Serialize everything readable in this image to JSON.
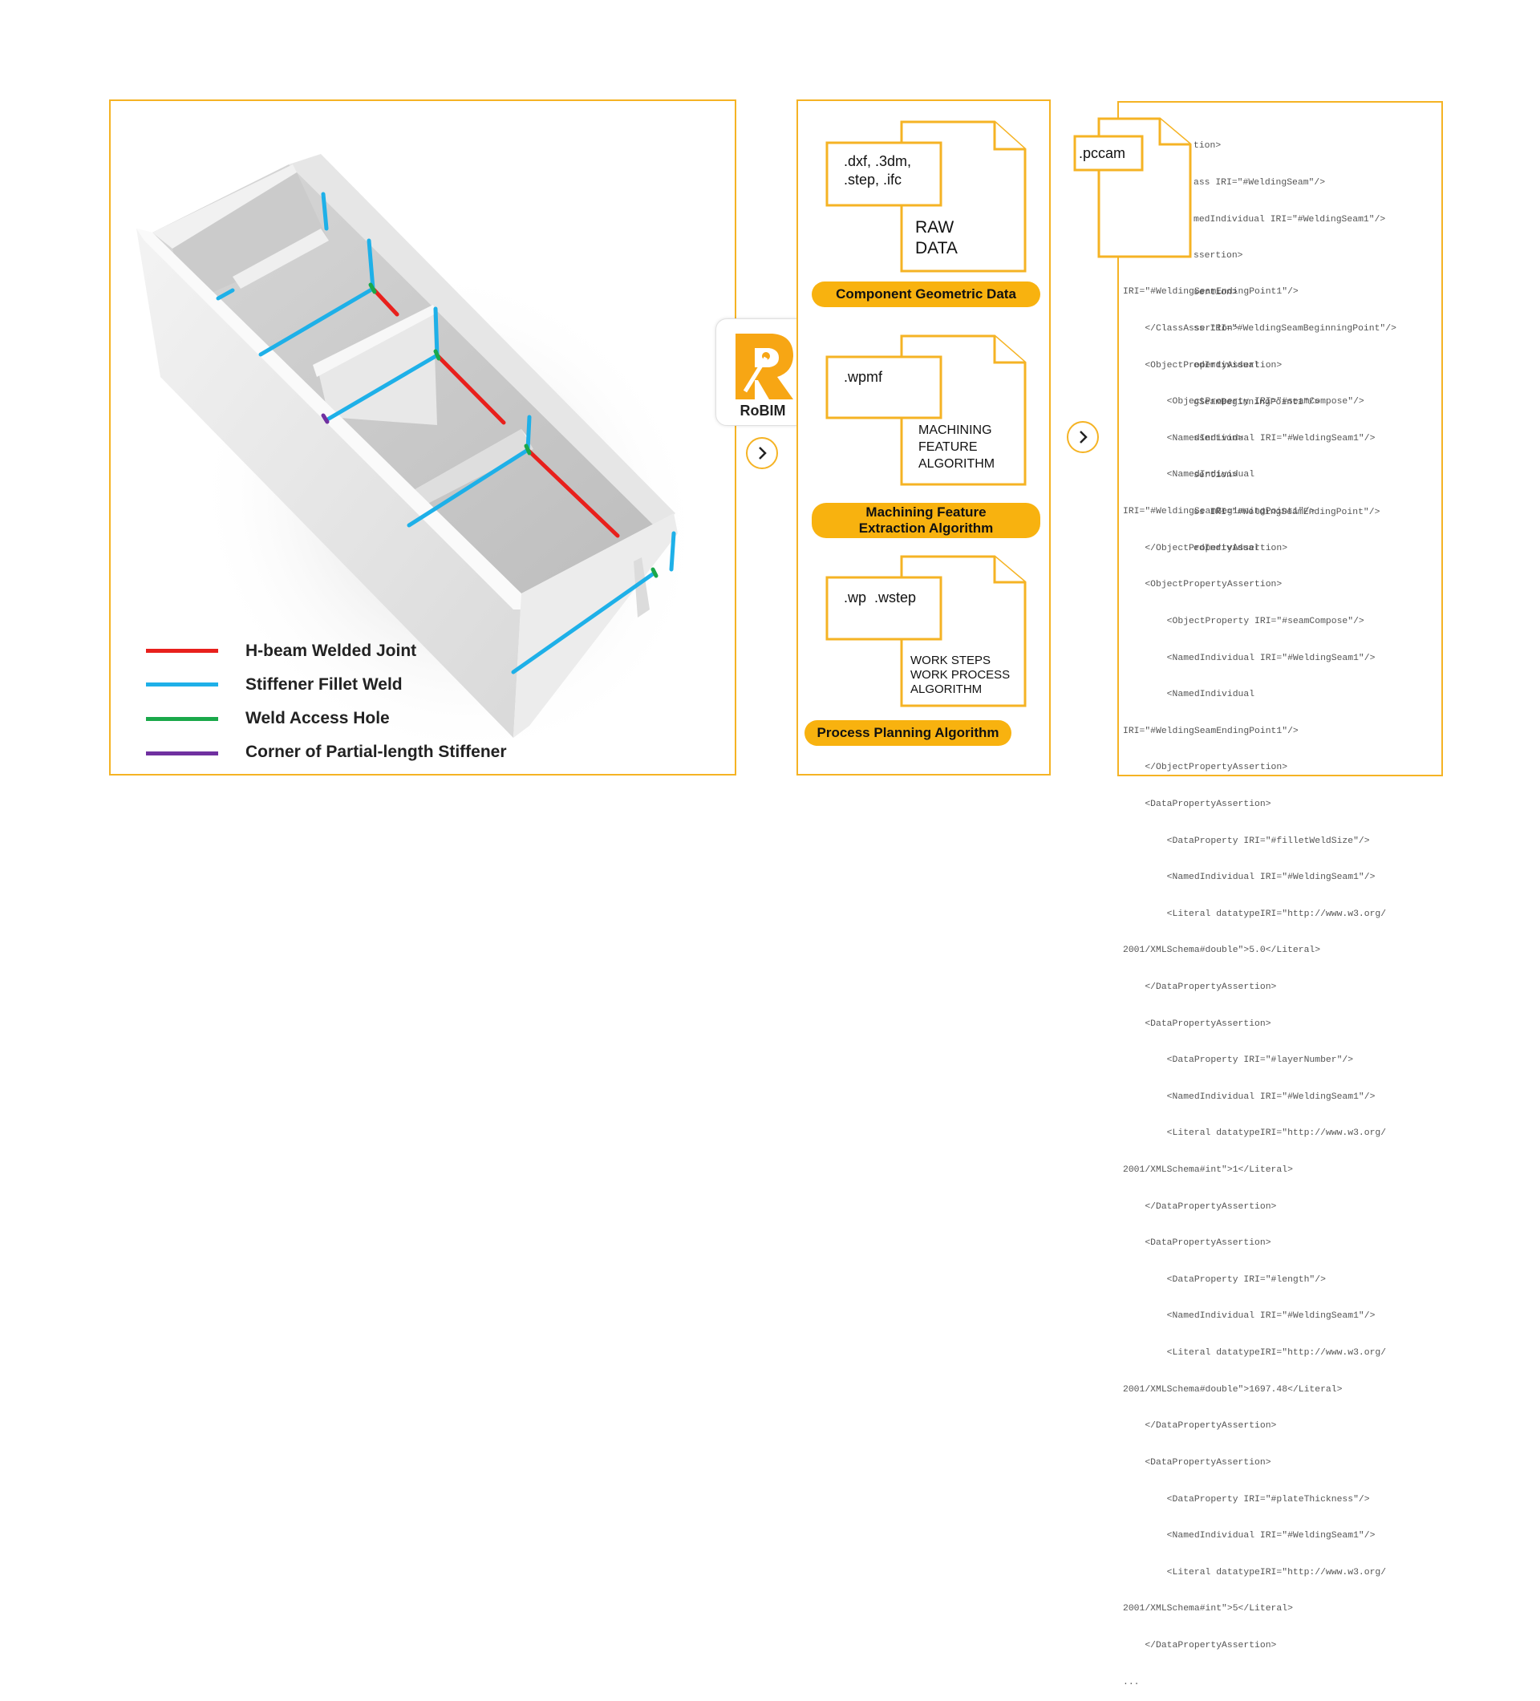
{
  "legend": {
    "items": [
      {
        "label": "H-beam Welded Joint",
        "color": "#e8201c"
      },
      {
        "label": "Stiffener Fillet Weld",
        "color": "#1eb0e8"
      },
      {
        "label": "Weld Access Hole",
        "color": "#1aa84a"
      },
      {
        "label": "Corner of Partial-length Stiffener",
        "color": "#7030a0"
      }
    ]
  },
  "logo": {
    "text": "RoBIM"
  },
  "files": {
    "geometric": {
      "ext_line1": ".dxf, .3dm,",
      "ext_line2": ".step, .ifc",
      "desc_line1": "RAW",
      "desc_line2": "DATA",
      "pill": "Component Geometric Data"
    },
    "machining": {
      "ext": ".wpmf",
      "desc_line1": "MACHINING",
      "desc_line2": "FEATURE",
      "desc_line3": "ALGORITHM",
      "pill_line1": "Machining Feature",
      "pill_line2": "Extraction Algorithm"
    },
    "process": {
      "ext": ".wp  .wstep",
      "desc_line1": "WORK STEPS",
      "desc_line2": "WORK PROCESS",
      "desc_line3": "ALGORITHM",
      "pill": "Process Planning Algorithm"
    }
  },
  "output": {
    "ext": ".pccam"
  },
  "code_partial": [
    "tion>",
    "ass IRI=\"#WeldingSeam\"/>",
    "medIndividual IRI=\"#WeldingSeam1\"/>",
    "ssertion>",
    "sertion>",
    "ss IRI=\"#WeldingSeamBeginningPoint\"/>",
    "edIndividual",
    "gSeamBeginningPoint1\"/>",
    "ssertion>",
    "sertion>",
    "ss IRI=\"#WeldingSeamEndingPoint\"/>",
    "edIndividual"
  ],
  "code_full": [
    "IRI=\"#WeldingSeamEndingPoint1\"/>",
    "    </ClassAssertion>",
    "    <ObjectPropertyAssertion>",
    "        <ObjectProperty IRI=\"#seamCompose\"/>",
    "        <NamedIndividual IRI=\"#WeldingSeam1\"/>",
    "        <NamedIndividual",
    "IRI=\"#WeldingSeamBeginningPoint1\"/>",
    "    </ObjectPropertyAssertion>",
    "    <ObjectPropertyAssertion>",
    "        <ObjectProperty IRI=\"#seamCompose\"/>",
    "        <NamedIndividual IRI=\"#WeldingSeam1\"/>",
    "        <NamedIndividual",
    "IRI=\"#WeldingSeamEndingPoint1\"/>",
    "    </ObjectPropertyAssertion>",
    "    <DataPropertyAssertion>",
    "        <DataProperty IRI=\"#filletWeldSize\"/>",
    "        <NamedIndividual IRI=\"#WeldingSeam1\"/>",
    "        <Literal datatypeIRI=\"http://www.w3.org/",
    "2001/XMLSchema#double\">5.0</Literal>",
    "    </DataPropertyAssertion>",
    "    <DataPropertyAssertion>",
    "        <DataProperty IRI=\"#layerNumber\"/>",
    "        <NamedIndividual IRI=\"#WeldingSeam1\"/>",
    "        <Literal datatypeIRI=\"http://www.w3.org/",
    "2001/XMLSchema#int\">1</Literal>",
    "    </DataPropertyAssertion>",
    "    <DataPropertyAssertion>",
    "        <DataProperty IRI=\"#length\"/>",
    "        <NamedIndividual IRI=\"#WeldingSeam1\"/>",
    "        <Literal datatypeIRI=\"http://www.w3.org/",
    "2001/XMLSchema#double\">1697.48</Literal>",
    "    </DataPropertyAssertion>",
    "    <DataPropertyAssertion>",
    "        <DataProperty IRI=\"#plateThickness\"/>",
    "        <NamedIndividual IRI=\"#WeldingSeam1\"/>",
    "        <Literal datatypeIRI=\"http://www.w3.org/",
    "2001/XMLSchema#int\">5</Literal>",
    "    </DataPropertyAssertion>",
    "..."
  ]
}
